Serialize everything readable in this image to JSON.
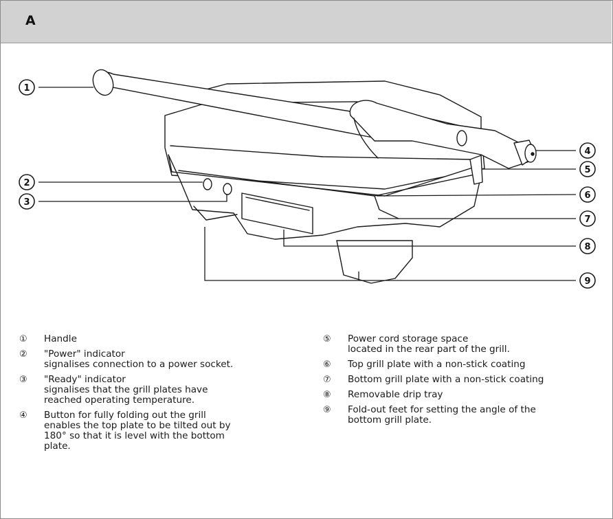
{
  "header": {
    "label": "A"
  },
  "callouts": [
    "1",
    "2",
    "3",
    "4",
    "5",
    "6",
    "7",
    "8",
    "9"
  ],
  "legend": {
    "left": [
      {
        "num": "①",
        "lines": [
          "Handle"
        ]
      },
      {
        "num": "②",
        "lines": [
          "\"Power\" indicator",
          "signalises connection to a power socket."
        ]
      },
      {
        "num": "③",
        "lines": [
          "\"Ready\" indicator",
          "signalises that the grill plates have",
          "reached operating temperature."
        ]
      },
      {
        "num": "④",
        "lines": [
          "Button for fully folding out the grill",
          "enables the top plate to be tilted out by",
          "180° so that it is level with the bottom",
          "plate."
        ]
      }
    ],
    "right": [
      {
        "num": "⑤",
        "lines": [
          "Power cord storage space",
          "located in the rear part of the grill."
        ]
      },
      {
        "num": "⑥",
        "lines": [
          "Top grill plate with a non-stick coating"
        ]
      },
      {
        "num": "⑦",
        "lines": [
          "Bottom grill plate with a non-stick coating"
        ]
      },
      {
        "num": "⑧",
        "lines": [
          "Removable drip tray"
        ]
      },
      {
        "num": "⑨",
        "lines": [
          "Fold-out feet for setting the angle of the",
          "bottom grill plate."
        ]
      }
    ]
  }
}
